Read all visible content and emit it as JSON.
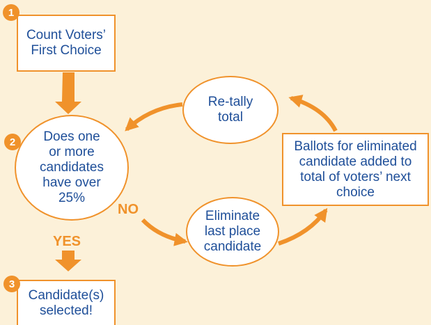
{
  "colors": {
    "background": "#fcf1d9",
    "accent": "#f0922b",
    "text": "#1f4f99",
    "node_fill": "#ffffff"
  },
  "steps": [
    {
      "number": "1",
      "label": "Count Voters’\nFirst Choice"
    },
    {
      "number": "2",
      "label": "Does one\nor more\ncandidates\nhave over\n25%"
    },
    {
      "number": "3",
      "label": "Candidate(s)\nselected!"
    }
  ],
  "cycle": {
    "eliminate": "Eliminate\nlast place\ncandidate",
    "ballots": "Ballots for eliminated\ncandidate added to\ntotal of voters’ next\nchoice",
    "retally": "Re-tally\ntotal"
  },
  "decisions": {
    "no": "NO",
    "yes": "YES"
  }
}
